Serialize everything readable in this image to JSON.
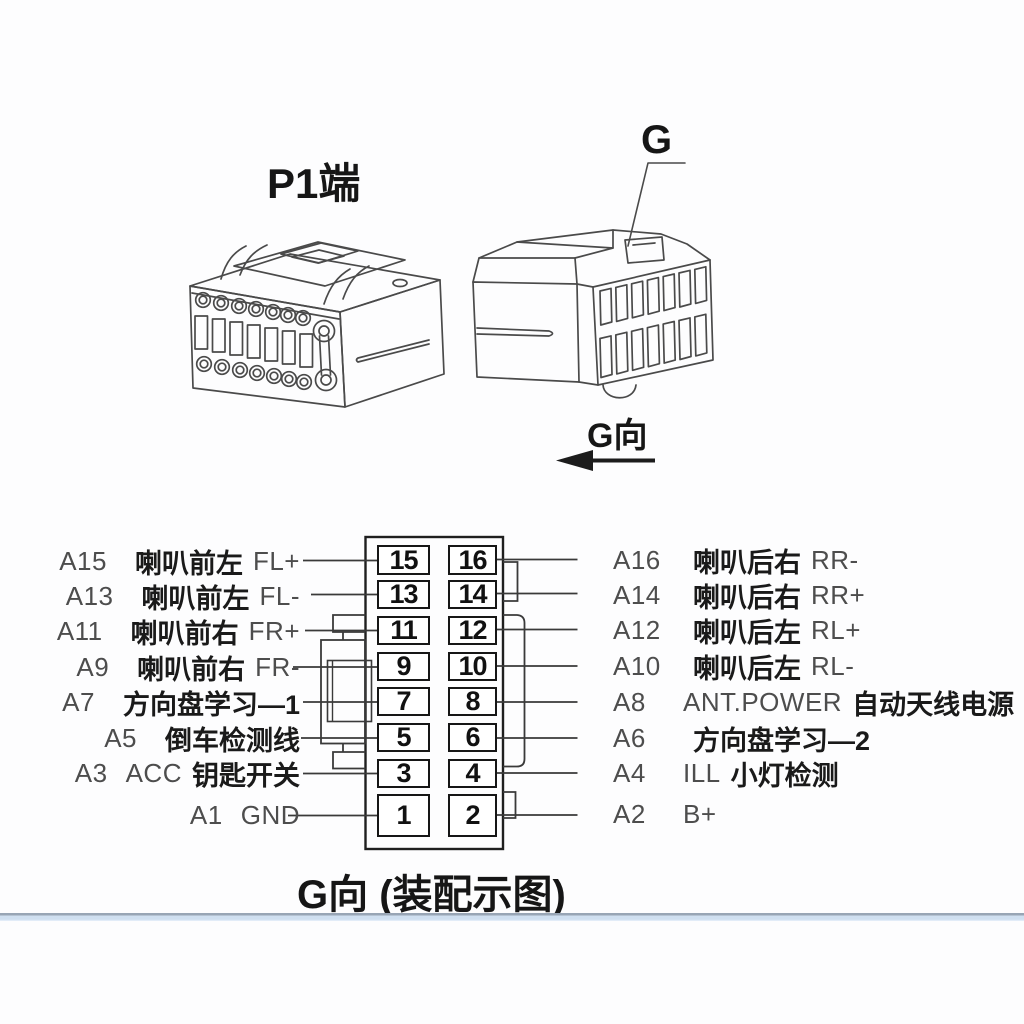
{
  "titles": {
    "p1_label": "P1端",
    "g_callout": "G",
    "g_direction": "G向",
    "caption": "G向 (装配示图)"
  },
  "pinout": {
    "rows": [
      {
        "left_pin": "15",
        "right_pin": "16"
      },
      {
        "left_pin": "13",
        "right_pin": "14"
      },
      {
        "left_pin": "11",
        "right_pin": "12"
      },
      {
        "left_pin": "9",
        "right_pin": "10"
      },
      {
        "left_pin": "7",
        "right_pin": "8"
      },
      {
        "left_pin": "5",
        "right_pin": "6"
      },
      {
        "left_pin": "3",
        "right_pin": "4"
      },
      {
        "left_pin": "1",
        "right_pin": "2"
      }
    ],
    "left_labels": [
      {
        "code": "A15",
        "pre": "",
        "cn": "喇叭前左",
        "post": "FL+"
      },
      {
        "code": "A13",
        "pre": "",
        "cn": "喇叭前左",
        "post": "FL-"
      },
      {
        "code": "A11",
        "pre": "",
        "cn": "喇叭前右",
        "post": "FR+"
      },
      {
        "code": "A9",
        "pre": "",
        "cn": "喇叭前右",
        "post": "FR-"
      },
      {
        "code": "A7",
        "pre": "",
        "cn": "方向盘学习—1",
        "post": ""
      },
      {
        "code": "A5",
        "pre": "",
        "cn": "倒车检测线",
        "post": ""
      },
      {
        "code": "A3",
        "pre": "ACC",
        "cn": "钥匙开关",
        "post": ""
      },
      {
        "code": "A1",
        "pre": "GND",
        "cn": "",
        "post": ""
      }
    ],
    "right_labels": [
      {
        "code": "A16",
        "pre": "",
        "cn": "喇叭后右",
        "post": "RR-"
      },
      {
        "code": "A14",
        "pre": "",
        "cn": "喇叭后右",
        "post": "RR+"
      },
      {
        "code": "A12",
        "pre": "",
        "cn": "喇叭后左",
        "post": "RL+"
      },
      {
        "code": "A10",
        "pre": "",
        "cn": "喇叭后左",
        "post": "RL-"
      },
      {
        "code": "A8",
        "pre": "ANT.POWER",
        "cn": "自动天线电源",
        "post": ""
      },
      {
        "code": "A6",
        "pre": "",
        "cn": "方向盘学习—2",
        "post": ""
      },
      {
        "code": "A4",
        "pre": "ILL",
        "cn": "小灯检测",
        "post": ""
      },
      {
        "code": "A2",
        "pre": "B+",
        "cn": "",
        "post": ""
      }
    ]
  },
  "colors": {
    "line_art": "#4a4a4a",
    "diagram_line": "#3a3a3a",
    "text_dark": "#1a1a1a",
    "text_gray": "#4d4d4d",
    "divider_top": "#98a5b5",
    "divider_bottom": "#cfdff0"
  }
}
